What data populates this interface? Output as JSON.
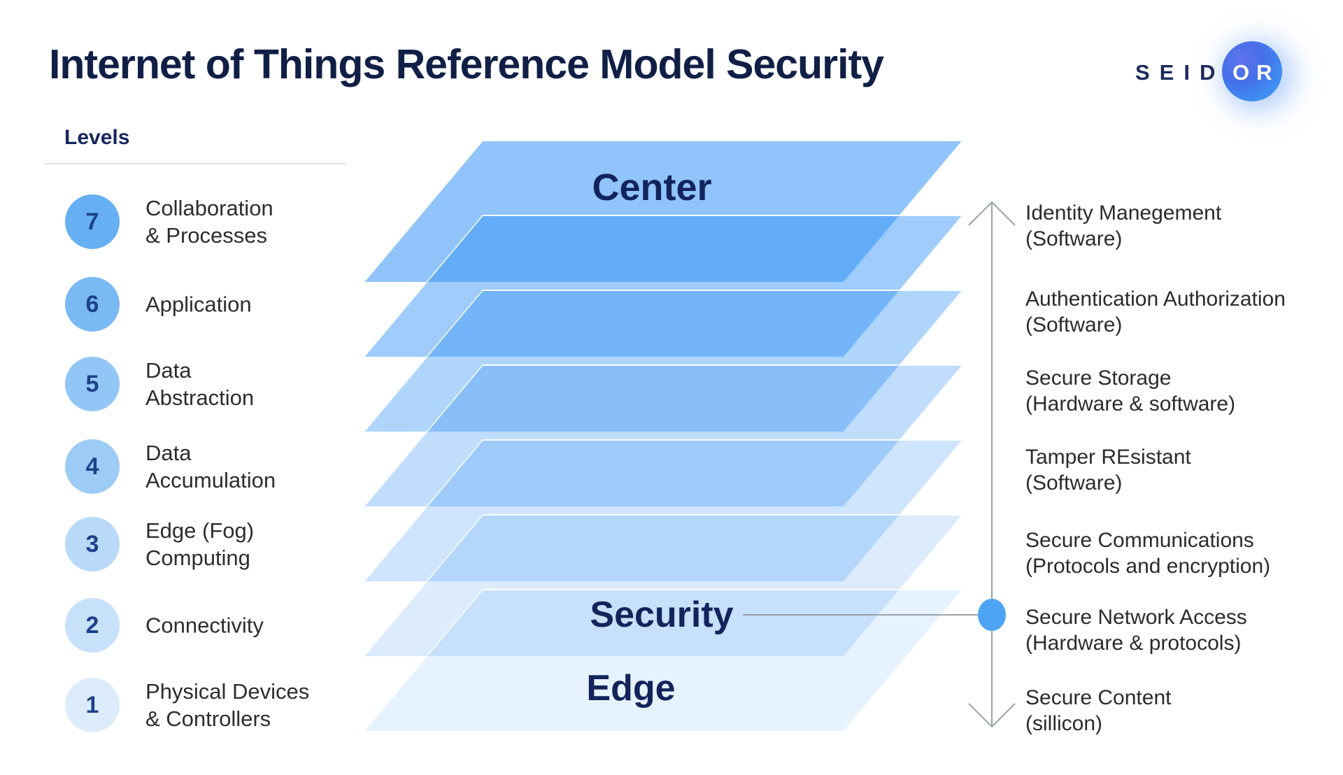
{
  "title": "Internet of Things Reference Model Security",
  "logo": {
    "text_dark": "SEID",
    "text_light": "OR"
  },
  "levels_panel": {
    "heading": "Levels",
    "items": [
      {
        "number": "7",
        "line1": "Collaboration",
        "line2": "& Processes",
        "circle_color": "#66aff3"
      },
      {
        "number": "6",
        "line1": "Application",
        "line2": "",
        "circle_color": "#79b9f4"
      },
      {
        "number": "5",
        "line1": "Data",
        "line2": "Abstraction",
        "circle_color": "#92c6f6"
      },
      {
        "number": "4",
        "line1": "Data",
        "line2": "Accumulation",
        "circle_color": "#9ccbf6"
      },
      {
        "number": "3",
        "line1": "Edge (Fog)",
        "line2": "Computing",
        "circle_color": "#b9d9f9"
      },
      {
        "number": "2",
        "line1": "Connectivity",
        "line2": "",
        "circle_color": "#c7e1fb"
      },
      {
        "number": "1",
        "line1": "Physical Devices",
        "line2": "& Controllers",
        "circle_color": "#ddecfd"
      }
    ]
  },
  "stack": {
    "base_color": "#2e90f5",
    "center_label": "Center",
    "security_label": "Security",
    "edge_label": "Edge",
    "layers": [
      {
        "level": 7,
        "name": "collaboration-processes",
        "fill": "rgba(46,144,245,0.53)"
      },
      {
        "level": 6,
        "name": "application",
        "fill": "rgba(46,144,245,0.46)"
      },
      {
        "level": 5,
        "name": "data-abstraction",
        "fill": "rgba(46,144,245,0.38)"
      },
      {
        "level": 4,
        "name": "data-accumulation",
        "fill": "rgba(46,144,245,0.30)"
      },
      {
        "level": 3,
        "name": "edge-fog-computing",
        "fill": "rgba(46,144,245,0.23)"
      },
      {
        "level": 2,
        "name": "connectivity",
        "fill": "rgba(46,144,245,0.17)"
      },
      {
        "level": 1,
        "name": "physical-devices-controllers",
        "fill": "rgba(46,144,245,0.12)"
      }
    ]
  },
  "security_axis": {
    "arrow_color": "#9aa0a6",
    "dot_color": "#4da4f6",
    "labels": [
      {
        "line1": "Identity Manegement",
        "line2": "(Software)"
      },
      {
        "line1": "Authentication Authorization",
        "line2": "(Software)"
      },
      {
        "line1": "Secure Storage",
        "line2": "(Hardware & software)"
      },
      {
        "line1": "Tamper REsistant",
        "line2": "(Software)"
      },
      {
        "line1": "Secure Communications",
        "line2": "(Protocols and encryption)"
      },
      {
        "line1": "Secure Network Access",
        "line2": "(Hardware & protocols)"
      },
      {
        "line1": "Secure Content",
        "line2": "(sillicon)"
      }
    ]
  },
  "colors": {
    "title_navy": "#101f45",
    "stack_label_navy": "#13245c",
    "body_text": "#2b2b2b",
    "logo_navy": "#1b2a5a",
    "divider": "#dde2e8"
  }
}
